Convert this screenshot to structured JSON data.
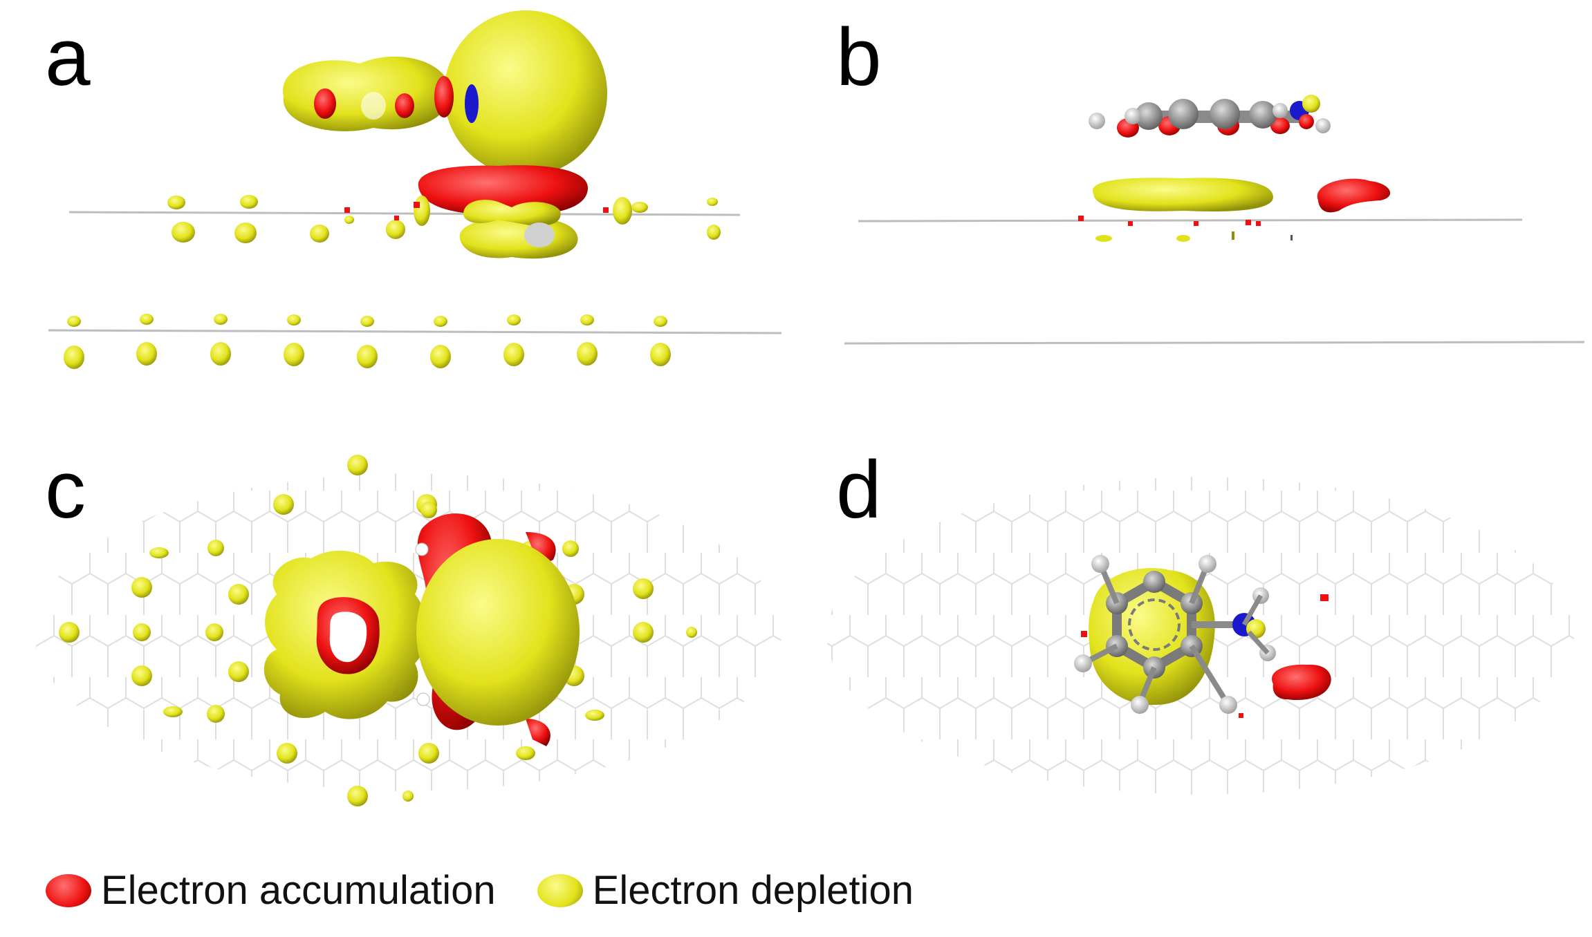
{
  "panels": [
    {
      "id": "a",
      "letter": "a"
    },
    {
      "id": "b",
      "letter": "b"
    },
    {
      "id": "c",
      "letter": "c"
    },
    {
      "id": "d",
      "letter": "d"
    }
  ],
  "legend": [
    {
      "label": "Electron accumulation",
      "color": "#ee1111"
    },
    {
      "label": "Electron depletion",
      "color": "#e2e21c"
    }
  ],
  "colors": {
    "accumulation": "#ee1111",
    "depletion": "#e2e21c",
    "carbon": "#8a8a8a",
    "hydrogen": "#f2f2f2",
    "nitrogen": "#1a1acc",
    "lattice": "#c8c8c8"
  }
}
